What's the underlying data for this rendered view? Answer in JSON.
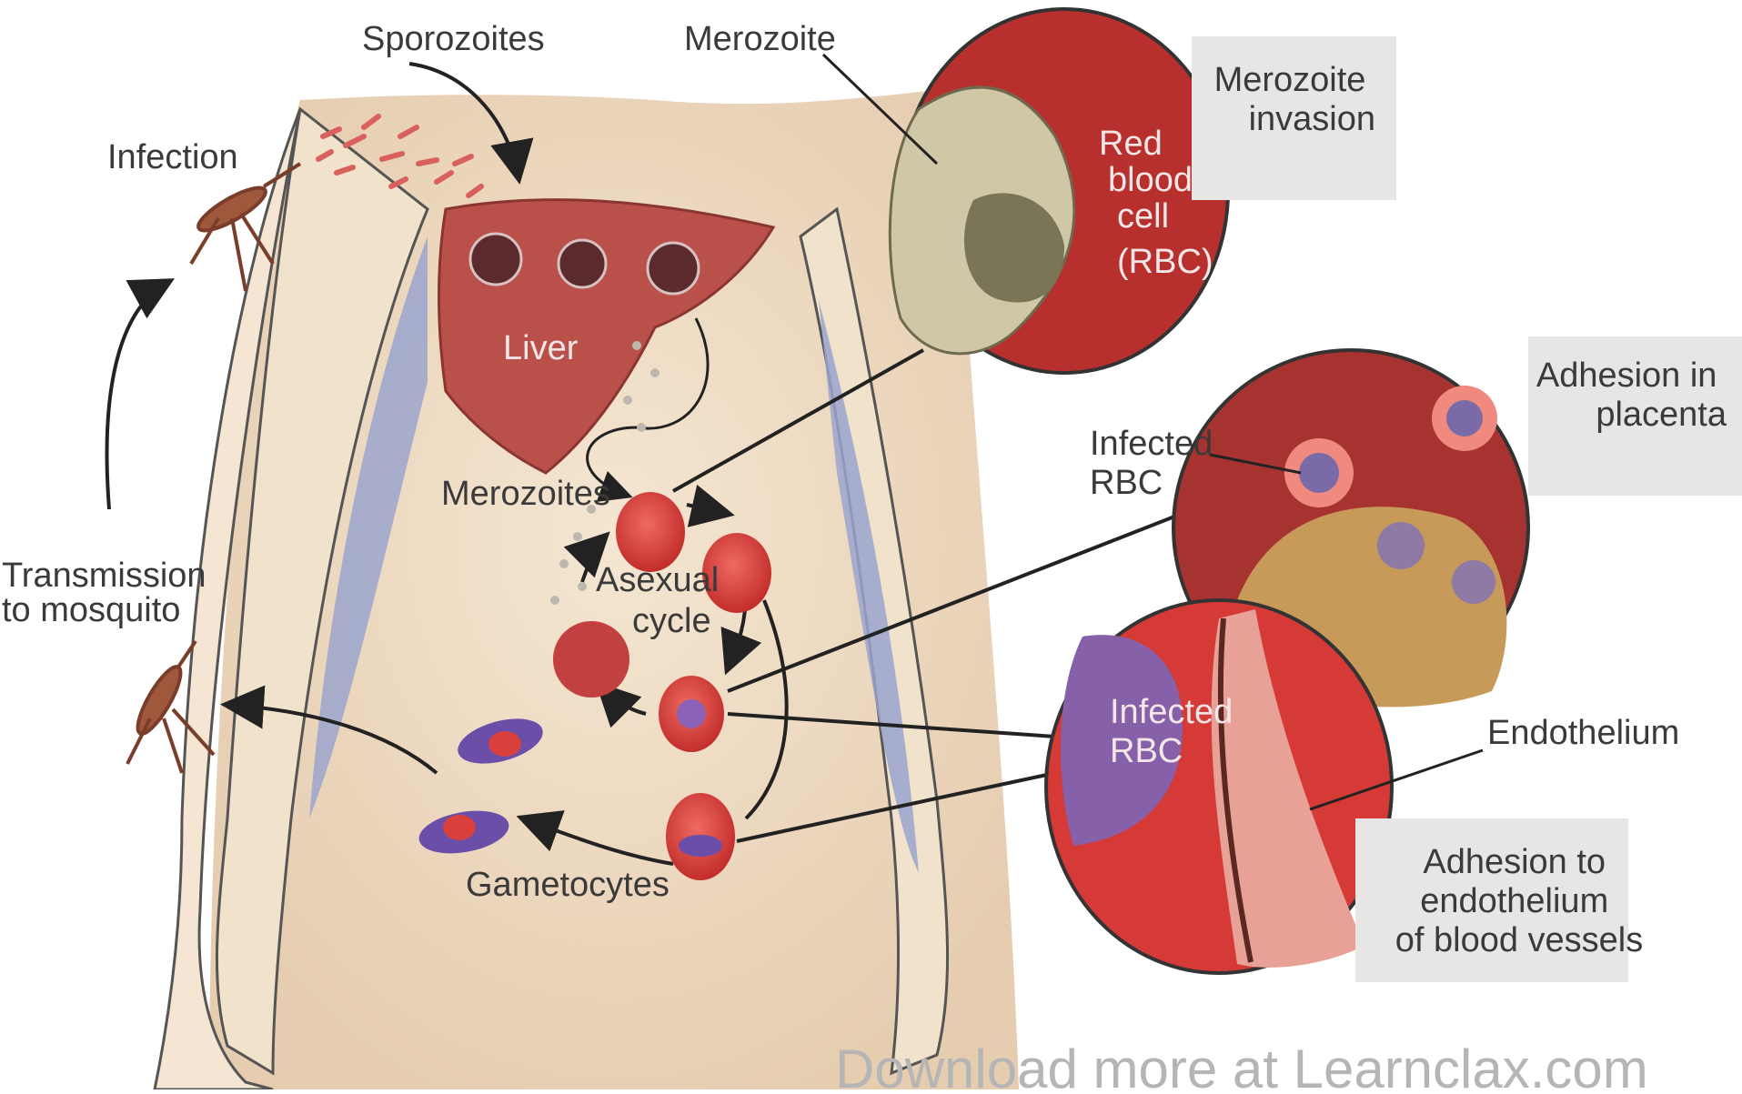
{
  "labels": {
    "sporozoites": "Sporozoites",
    "merozoite": "Merozoite",
    "infection": "Infection",
    "liver": "Liver",
    "merozoites": "Merozoites",
    "asexual_cycle": [
      "Asexual",
      "cycle"
    ],
    "gametocytes": "Gametocytes",
    "transmission": [
      "Transmission",
      "to mosquito"
    ],
    "merozoite_invasion": [
      "Merozoite",
      "invasion"
    ],
    "rbc": [
      "Red",
      "blood",
      "cell",
      "(RBC)"
    ],
    "adhesion_placenta": [
      "Adhesion in",
      "placenta"
    ],
    "infected_rbc_1": [
      "Infected",
      "RBC"
    ],
    "infected_rbc_2": [
      "Infected",
      "RBC"
    ],
    "endothelium": "Endothelium",
    "adhesion_endothelium": [
      "Adhesion to",
      "endothelium",
      "of blood vessels"
    ]
  },
  "watermark": "Download more at Learnclax.com",
  "colors": {
    "skin": "#efdcc4",
    "liver": "#b9504a",
    "rbc": "#d9403c",
    "box": "#e8e6e4",
    "shadow_blue": "#9aa5cc"
  }
}
